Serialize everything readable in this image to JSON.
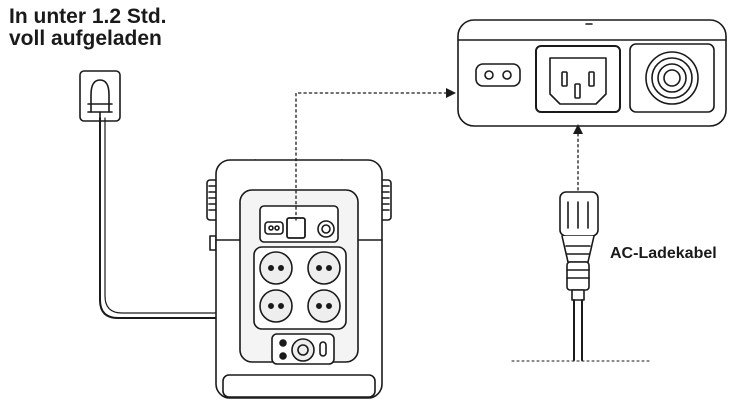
{
  "headline": {
    "line1": "In unter 1.2 Std.",
    "line2": "voll aufgeladen"
  },
  "labels": {
    "cable": "AC-Ladekabel"
  },
  "colors": {
    "stroke": "#1a1a1a",
    "background": "#ffffff",
    "shade": "#e6e6e6"
  },
  "icons": [
    "wall-outlet-plug-icon",
    "power-station-icon",
    "ac-input-panel-icon",
    "iec-c13-cable-plug-icon",
    "arrow-right-icon",
    "arrow-up-icon"
  ]
}
